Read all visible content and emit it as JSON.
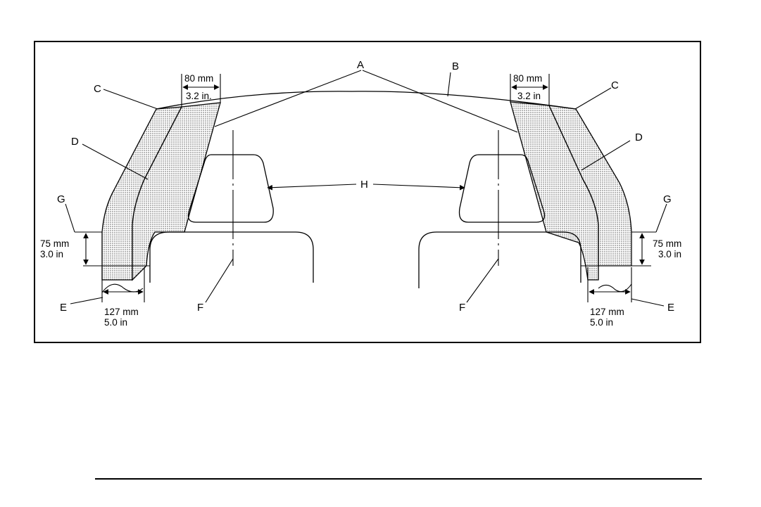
{
  "labels": {
    "a": "A",
    "b": "B",
    "c_left": "C",
    "c_right": "C",
    "d_left": "D",
    "d_right": "D",
    "e_left": "E",
    "e_right": "E",
    "f_left": "F",
    "f_right": "F",
    "g_left": "G",
    "g_right": "G",
    "h": "H"
  },
  "dimensions": {
    "top_left": {
      "metric": "80 mm",
      "imperial": "3.2 in."
    },
    "top_right": {
      "metric": "80 mm",
      "imperial": "3.2 in"
    },
    "side_left": {
      "metric": "75 mm",
      "imperial": "3.0 in"
    },
    "side_right": {
      "metric": "75 mm",
      "imperial": "3.0 in"
    },
    "bottom_left": {
      "metric": "127 mm",
      "imperial": "5.0 in"
    },
    "bottom_right": {
      "metric": "127 mm",
      "imperial": "5.0 in"
    }
  },
  "colors": {
    "line": "#000000",
    "shading": "#b8b8b8",
    "background": "#ffffff"
  }
}
